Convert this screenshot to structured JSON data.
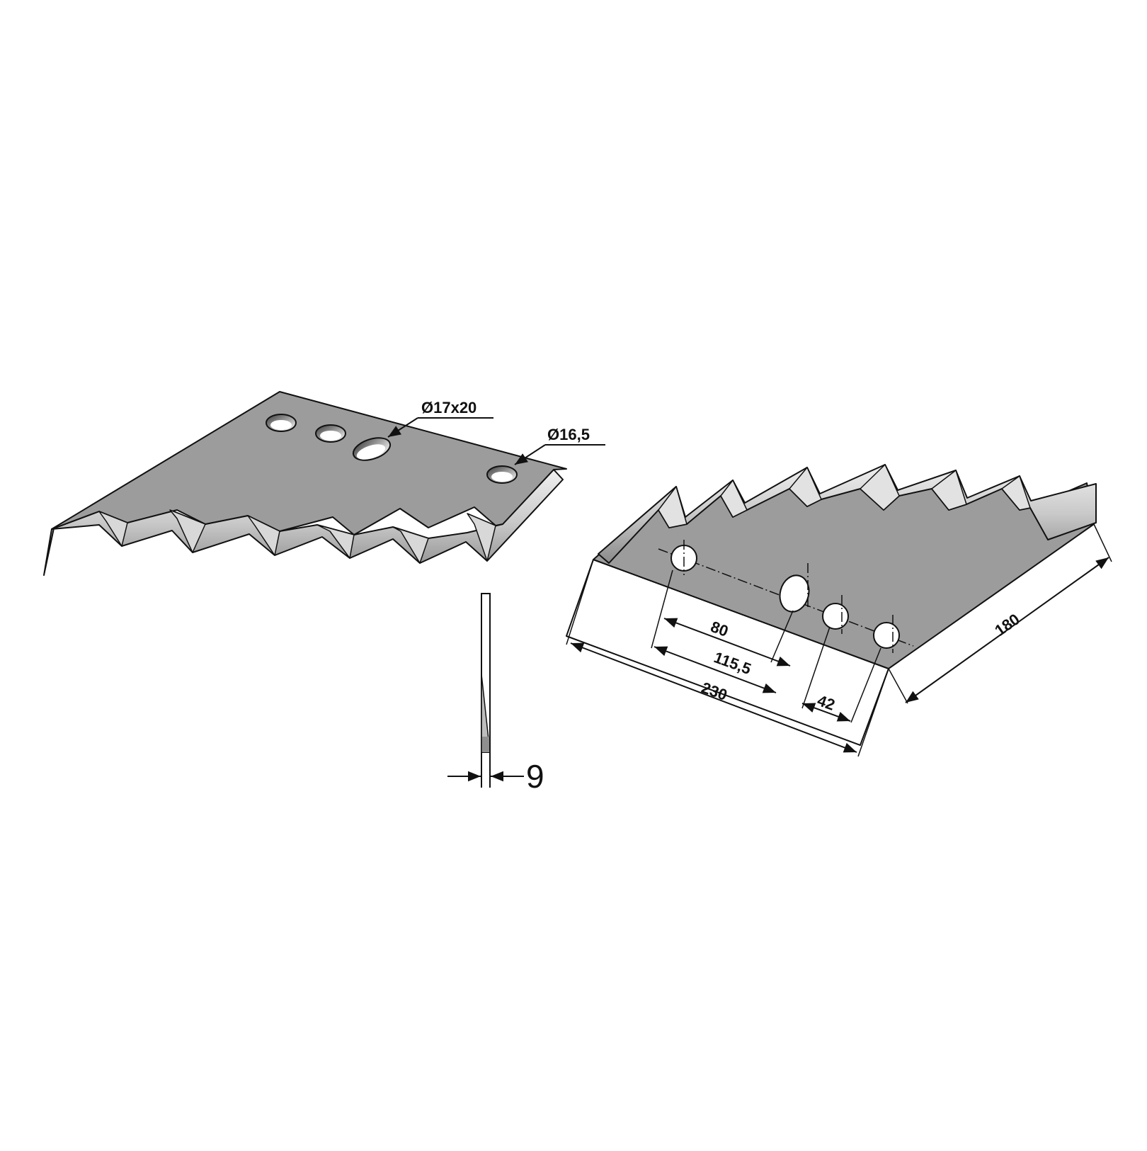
{
  "colors": {
    "blade_top": "#9b9b9b",
    "blade_edge_light": "#e4e4e4",
    "blade_edge_mid": "#c2c2c2",
    "blade_edge_dark": "#7c7c7c",
    "outline": "#111111",
    "background": "#ffffff"
  },
  "drawing": {
    "left_view": {
      "hole_slot_label": "Ø17x20",
      "hole_round_label": "Ø16,5"
    },
    "side_view": {
      "thickness_label": "9"
    },
    "right_view": {
      "dim_80": "80",
      "dim_115_5": "115,5",
      "dim_230": "230",
      "dim_42": "42",
      "dim_180": "180"
    }
  }
}
